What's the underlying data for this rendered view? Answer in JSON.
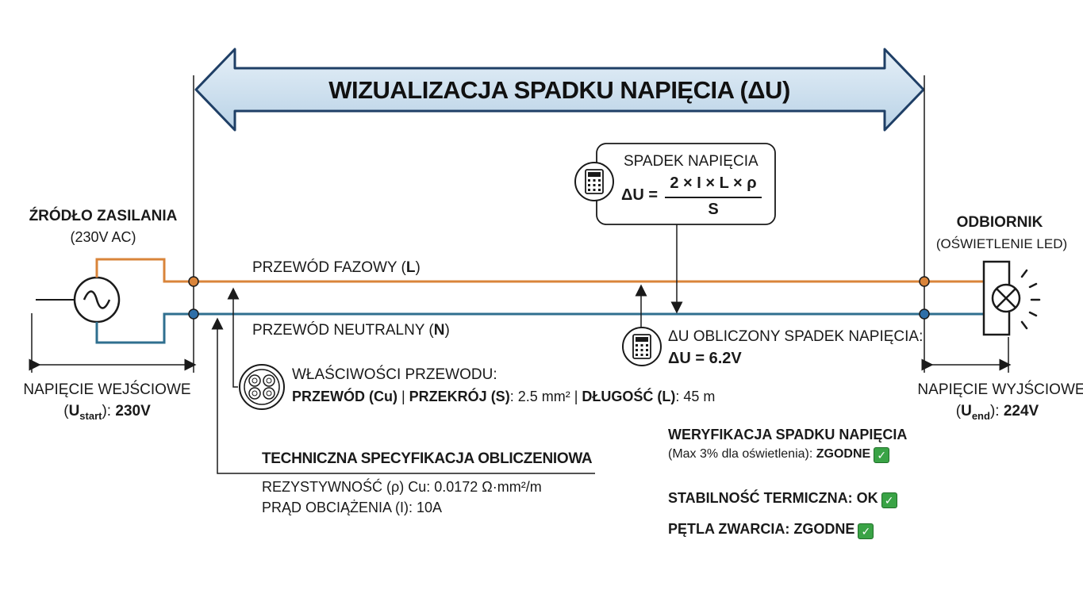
{
  "title": "WIZUALIZACJA SPADKU NAPIĘCIA (ΔU)",
  "source": {
    "title": "ŹRÓDŁO ZASILANIA",
    "subtitle": "(230V AC)"
  },
  "load": {
    "title": "ODBIORNIK",
    "subtitle": "(OŚWIETLENIE LED)"
  },
  "wires": {
    "phase": "PRZEWÓD FAZOWY (",
    "phase_letter": "L",
    "neutral": "PRZEWÓD NEUTRALNY (",
    "neutral_letter": "N",
    "close": ")"
  },
  "formula": {
    "label": "SPADEK NAPIĘCIA",
    "lhs": "ΔU =",
    "numerator": "2 × I × L × ρ",
    "denominator": "S"
  },
  "calculated": {
    "label": "ΔU OBLICZONY SPADEK NAPIĘCIA:",
    "value": "ΔU = 6.2V"
  },
  "input_voltage": {
    "label": "NAPIĘCIE WEJŚCIOWE",
    "symbol": "U",
    "sub": "start",
    "value": "230V"
  },
  "output_voltage": {
    "label": "NAPIĘCIE WYJŚCIOWE",
    "symbol": "U",
    "sub": "end",
    "value": "224V"
  },
  "wire_props": {
    "label": "WŁAŚCIWOŚCI PRZEWODU:",
    "conductor": "PRZEWÓD (Cu)",
    "section_label": "PRZEKRÓJ (S)",
    "section_value": ": 2.5 mm²",
    "length_label": "DŁUGOŚĆ (L)",
    "length_value": ": 45 m",
    "sep": " | "
  },
  "spec": {
    "title": "TECHNICZNA SPECYFIKACJA OBLICZENIOWA",
    "resistivity": "REZYSTYWNOŚĆ (ρ) Cu: 0.0172 Ω·mm²/m",
    "current": "PRĄD OBCIĄŻENIA (I): 10A"
  },
  "checks": {
    "drop_title": "WERYFIKACJA SPADKU NAPIĘCIA",
    "drop_detail": "(Max 3% dla oświetlenia): ",
    "drop_result": "ZGODNE",
    "thermal": "STABILNOŚĆ TERMICZNA: OK",
    "loop": "PĘTLA ZWARCIA: ZGODNE"
  },
  "colors": {
    "phase": "#d9843a",
    "neutral": "#2f6f8f",
    "arrow_fill": "#cfe1ef",
    "check": "#3aa346"
  }
}
